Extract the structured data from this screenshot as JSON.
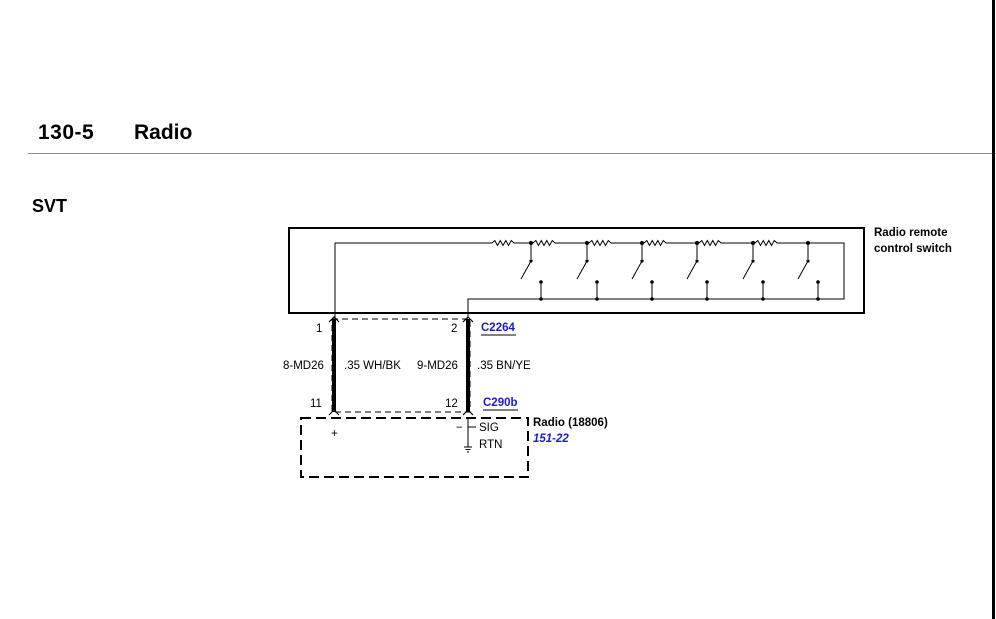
{
  "header": {
    "page_number": "130-5",
    "title": "Radio"
  },
  "section": "SVT",
  "switch": {
    "label_line1": "Radio remote",
    "label_line2": "control switch"
  },
  "connectors": {
    "top": {
      "id": "C2264",
      "pin_left": "1",
      "pin_right": "2"
    },
    "bottom": {
      "id": "C290b",
      "pin_left": "11",
      "pin_right": "12"
    }
  },
  "wires": [
    {
      "circuit": "8-MD26",
      "spec": ".35 WH/BK"
    },
    {
      "circuit": "9-MD26",
      "spec": ".35 BN/YE"
    }
  ],
  "radio": {
    "label": "Radio (18806)",
    "ref": "151-22",
    "plus": "+",
    "minus": "−",
    "sig": "SIG",
    "rtn": "RTN"
  },
  "colors": {
    "link": "#1a1acc",
    "rule": "#8a8a8a"
  }
}
